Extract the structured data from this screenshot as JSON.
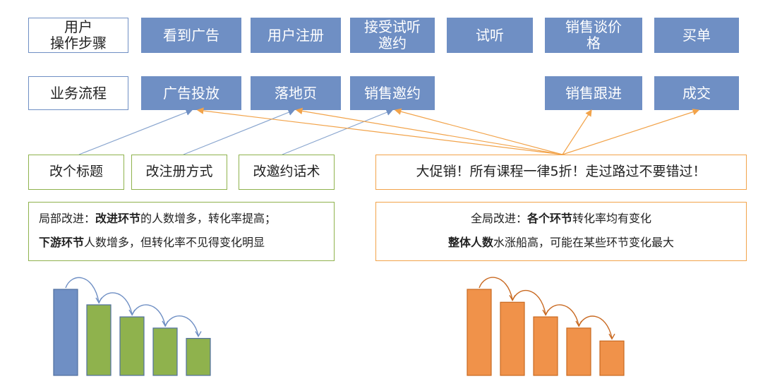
{
  "header": {
    "row_label_user": "用户\n操作步骤",
    "row_label_business": "业务流程"
  },
  "user_steps": [
    "看到广告",
    "用户注册",
    "接受试听\n邀约",
    "试听",
    "销售谈价\n格",
    "买单"
  ],
  "business_steps": [
    "广告投放",
    "落地页",
    "销售邀约",
    "销售跟进",
    "成交"
  ],
  "local_changes": [
    "改个标题",
    "改注册方式",
    "改邀约话术"
  ],
  "global_change": "大促销！所有课程一律5折！走过路过不要错过！",
  "local_note": {
    "line1_pre": "局部改进：",
    "line1_bold": "改进环节",
    "line1_post": "的人数增多，转化率提高；",
    "line2_bold": "下游环节",
    "line2_post": "人数增多，但转化率不见得变化明显"
  },
  "global_note": {
    "line1_pre": "全局改进：",
    "line1_bold": "各个环节",
    "line1_post": "转化率均有变化",
    "line2_bold": "整体人数",
    "line2_post": "水涨船高，可能在某些环节变化最大"
  },
  "colors": {
    "blue": "#6f8fc4",
    "green": "#8fb24d",
    "orange": "#f2a34a",
    "bar_blue": "#6f8fc4",
    "bar_green": "#8fb24d",
    "bar_orange": "#f0924a"
  },
  "local_bars": {
    "values": [
      100,
      82,
      68,
      55,
      43
    ]
  },
  "global_bars": {
    "values": [
      100,
      85,
      68,
      55,
      40
    ]
  }
}
